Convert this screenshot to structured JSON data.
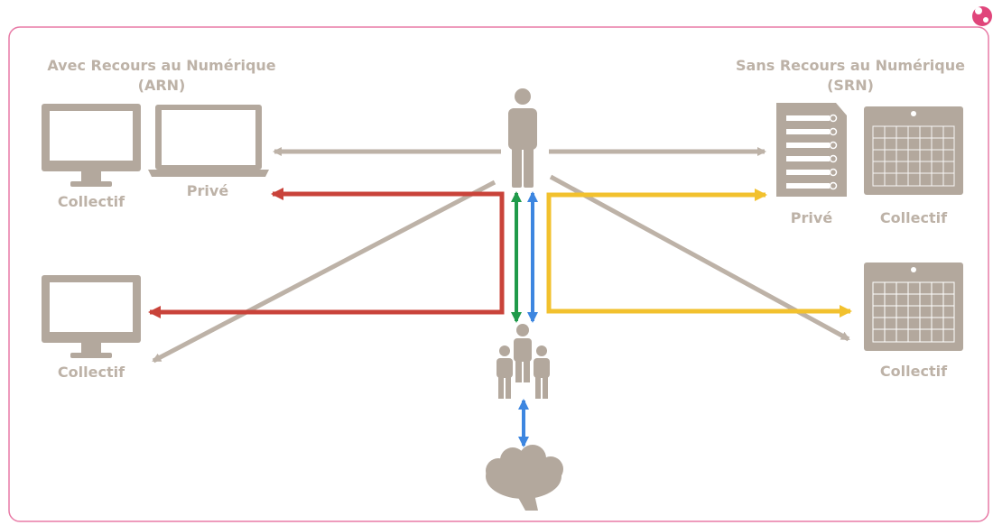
{
  "headings": {
    "left_line1": "Avec Recours au Numérique",
    "left_line2": "(ARN)",
    "right_line1": "Sans Recours au Numérique",
    "right_line2": "(SRN)"
  },
  "labels": {
    "left_top_monitor": "Collectif",
    "left_laptop": "Privé",
    "left_bottom_monitor": "Collectif",
    "right_binder": "Privé",
    "right_calendar_top": "Collectif",
    "right_calendar_bottom": "Collectif"
  },
  "colors": {
    "frame": "#e87aa6",
    "icon": "#b3a89d",
    "gray_arrow": "#bdb2a7",
    "red_arrow": "#c9433a",
    "yellow_arrow": "#f2c12e",
    "green_arrow": "#1f9a4a",
    "blue_arrow": "#3d86e0",
    "logo": "#e0457b"
  },
  "icons": [
    "person-icon",
    "group-icon",
    "brain-icon",
    "monitor-icon",
    "laptop-icon",
    "binder-icon",
    "calendar-icon",
    "logo-icon"
  ]
}
